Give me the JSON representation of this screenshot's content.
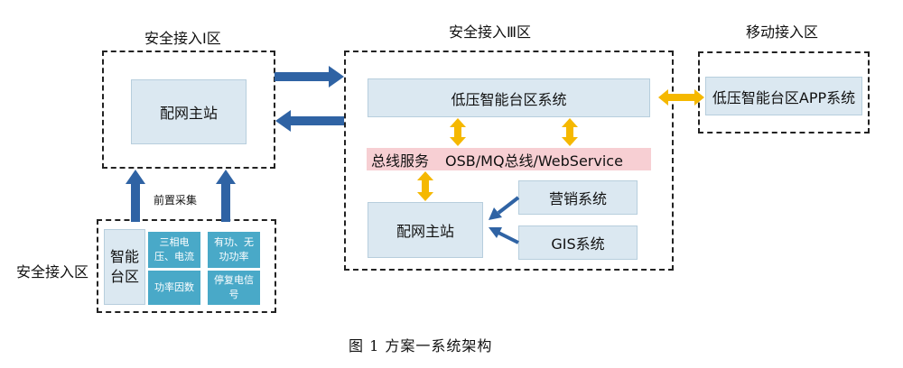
{
  "zone_titles": {
    "zone1": "安全接入Ⅰ区",
    "zone3": "安全接入Ⅲ区",
    "mobile": "移动接入区",
    "access": "安全接入区"
  },
  "boxes": {
    "main_station_1": "配网主站",
    "lv_system": "低压智能台区系统",
    "app_system": "低压智能台区APP系统",
    "main_station_3": "配网主站",
    "marketing": "营销系统",
    "gis": "GIS系统"
  },
  "bus": {
    "service": "总线服务",
    "detail": "OSB/MQ总线/WebService"
  },
  "front_collect": "前置采集",
  "smart_area": {
    "line1": "智能",
    "line2": "台区"
  },
  "tiles": {
    "three_phase": {
      "line1": "三相电",
      "line2": "压、电流"
    },
    "power": {
      "line1": "有功、无",
      "line2": "功功率"
    },
    "power_factor": "功率因数",
    "outage": {
      "line1": "停复电信",
      "line2": "号"
    }
  },
  "caption": "图 1  方案一系统架构",
  "colors": {
    "blue_arrow": "#2f63a4",
    "yellow_arrow": "#f5b800",
    "box_fill": "#dbe8f1",
    "tile_fill": "#49a9c8",
    "bus_fill": "#f7cfd3"
  }
}
